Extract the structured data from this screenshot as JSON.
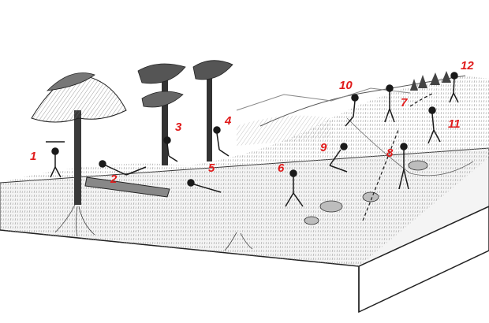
{
  "illustration": {
    "ink_color": "#1a1a1a",
    "accent_color": "#e01b1b",
    "station_labels": [
      "1",
      "2",
      "3",
      "4",
      "5",
      "6",
      "7",
      "8",
      "9",
      "10",
      "11",
      "12"
    ]
  }
}
